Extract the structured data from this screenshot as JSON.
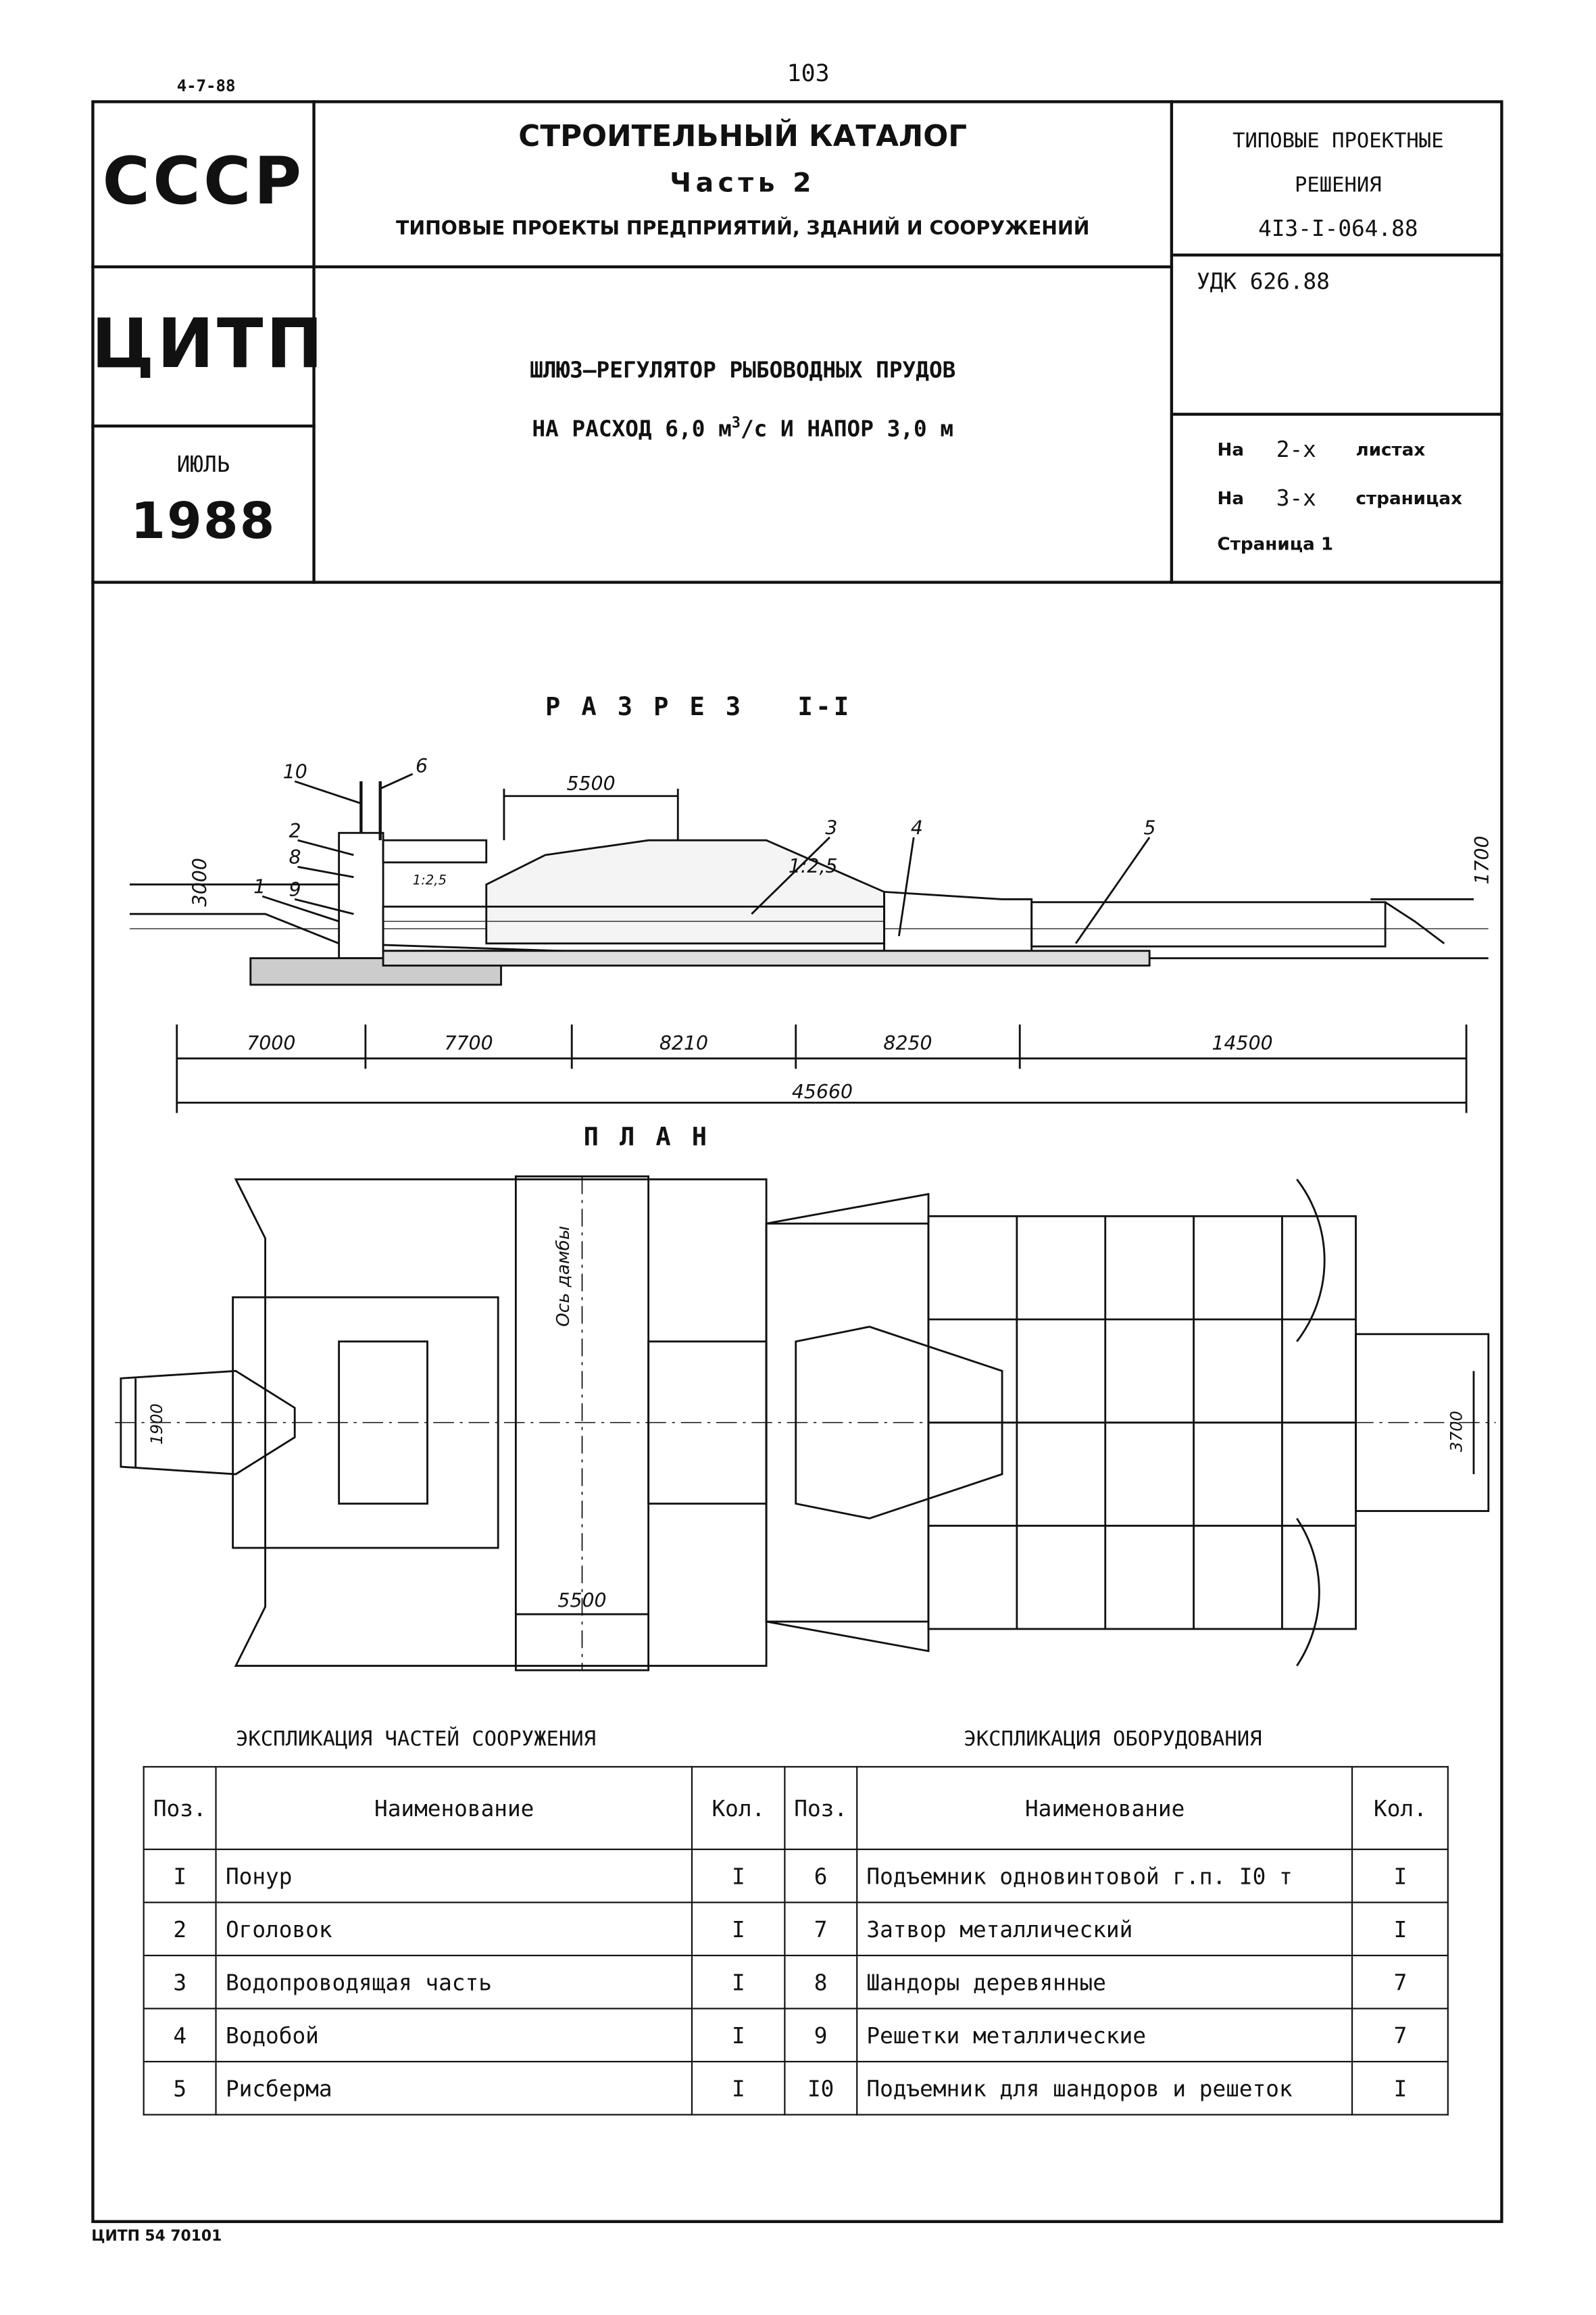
{
  "header": {
    "corner_code": "4-7-88",
    "page_number": "103"
  },
  "stamp": {
    "org1": "СССР",
    "org2": "ЦИТП",
    "month": "ИЮЛЬ",
    "year": "1988"
  },
  "catalog": {
    "title": "СТРОИТЕЛЬНЫЙ КАТАЛОГ",
    "part": "Часть 2",
    "subtitle": "ТИПОВЫЕ ПРОЕКТЫ ПРЕДПРИЯТИЙ, ЗДАНИЙ И СООРУЖЕНИЙ"
  },
  "project": {
    "line1": "ШЛЮЗ–РЕГУЛЯТОР РЫБОВОДНЫХ ПРУДОВ",
    "line2_a": "НА РАСХОД 6,0 м",
    "line2_sup": "3",
    "line2_b": "/с И НАПОР 3,0 м"
  },
  "side": {
    "type_label_1": "ТИПОВЫЕ ПРОЕКТНЫЕ",
    "type_label_2": "РЕШЕНИЯ",
    "code": "4I3-I-064.88",
    "udk": "УДК 626.88",
    "sheets_pre": "На",
    "sheets_num": "2-х",
    "sheets_word": "листах",
    "pages_pre": "На",
    "pages_num": "3-х",
    "pages_word": "страницах",
    "page_label": "Страница 1"
  },
  "drawing": {
    "section_title": "Р А З Р Е З   I-I",
    "plan_title": "П Л А Н",
    "dims": [
      "7000",
      "7700",
      "8210",
      "8250",
      "14500"
    ],
    "total": "45660",
    "top_width": "5500",
    "slope": "1:2,5",
    "slope_small": "1:2,5",
    "depth": "3000",
    "right_height": "1700",
    "pos_labels": [
      "10",
      "6",
      "2",
      "8",
      "1",
      "9",
      "3",
      "4",
      "5"
    ],
    "plan_width": "5500",
    "plan_left_dim": "1900",
    "plan_right_dim": "3700",
    "axis_label": "Ось дамбы"
  },
  "table_parts": {
    "title": "ЭКСПЛИКАЦИЯ ЧАСТЕЙ СООРУЖЕНИЯ",
    "headers": [
      "Поз.",
      "Наименование",
      "Кол."
    ],
    "rows": [
      [
        "I",
        "Понур",
        "I"
      ],
      [
        "2",
        "Оголовок",
        "I"
      ],
      [
        "3",
        "Водопроводящая часть",
        "I"
      ],
      [
        "4",
        "Водобой",
        "I"
      ],
      [
        "5",
        "Рисберма",
        "I"
      ]
    ]
  },
  "table_equipment": {
    "title": "ЭКСПЛИКАЦИЯ ОБОРУДОВАНИЯ",
    "headers": [
      "Поз.",
      "Наименование",
      "Кол."
    ],
    "rows": [
      [
        "6",
        "Подъемник одновинтовой г.п. I0 т",
        "I"
      ],
      [
        "7",
        "Затвор металлический",
        "I"
      ],
      [
        "8",
        "Шандоры деревянные",
        "7"
      ],
      [
        "9",
        "Решетки металлические",
        "7"
      ],
      [
        "I0",
        "Подъемник для шандоров и решеток",
        "I"
      ]
    ]
  },
  "footer": {
    "code": "ЦИТП 54 70101"
  }
}
